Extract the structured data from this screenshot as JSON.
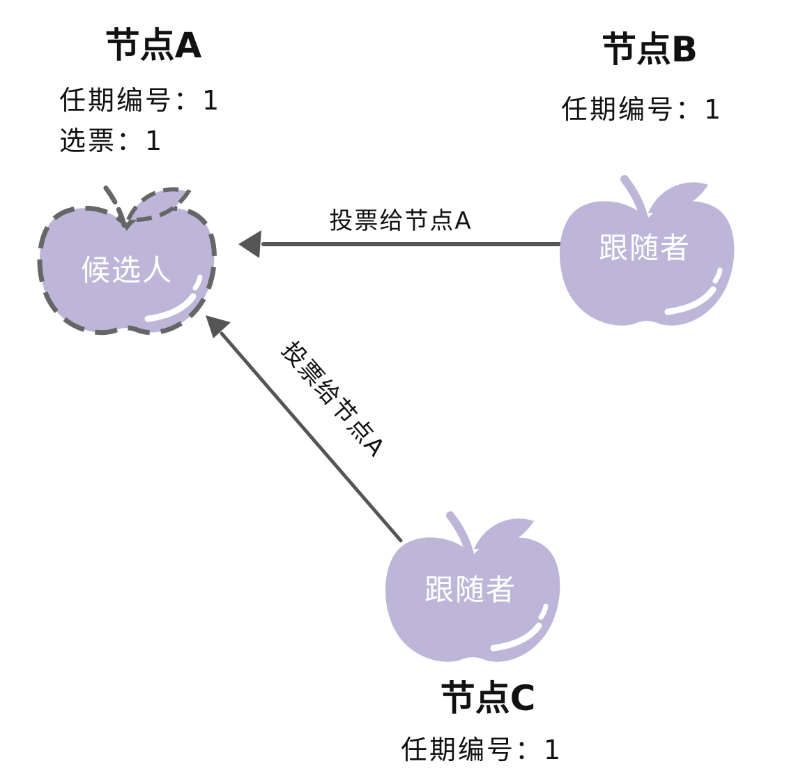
{
  "colors": {
    "apple": "#beb6d8",
    "dash": "#666666",
    "arrow": "#555555",
    "text": "#111111",
    "label": "#ffffff"
  },
  "nodes": {
    "a": {
      "title": "节点A",
      "term": "任期编号：1",
      "votes": "选票：1",
      "role": "候选人"
    },
    "b": {
      "title": "节点B",
      "term": "任期编号：1",
      "role": "跟随者"
    },
    "c": {
      "title": "节点C",
      "term": "任期编号：1",
      "role": "跟随者"
    }
  },
  "edges": {
    "b_to_a": "投票给节点A",
    "c_to_a": "投票给节点A"
  }
}
